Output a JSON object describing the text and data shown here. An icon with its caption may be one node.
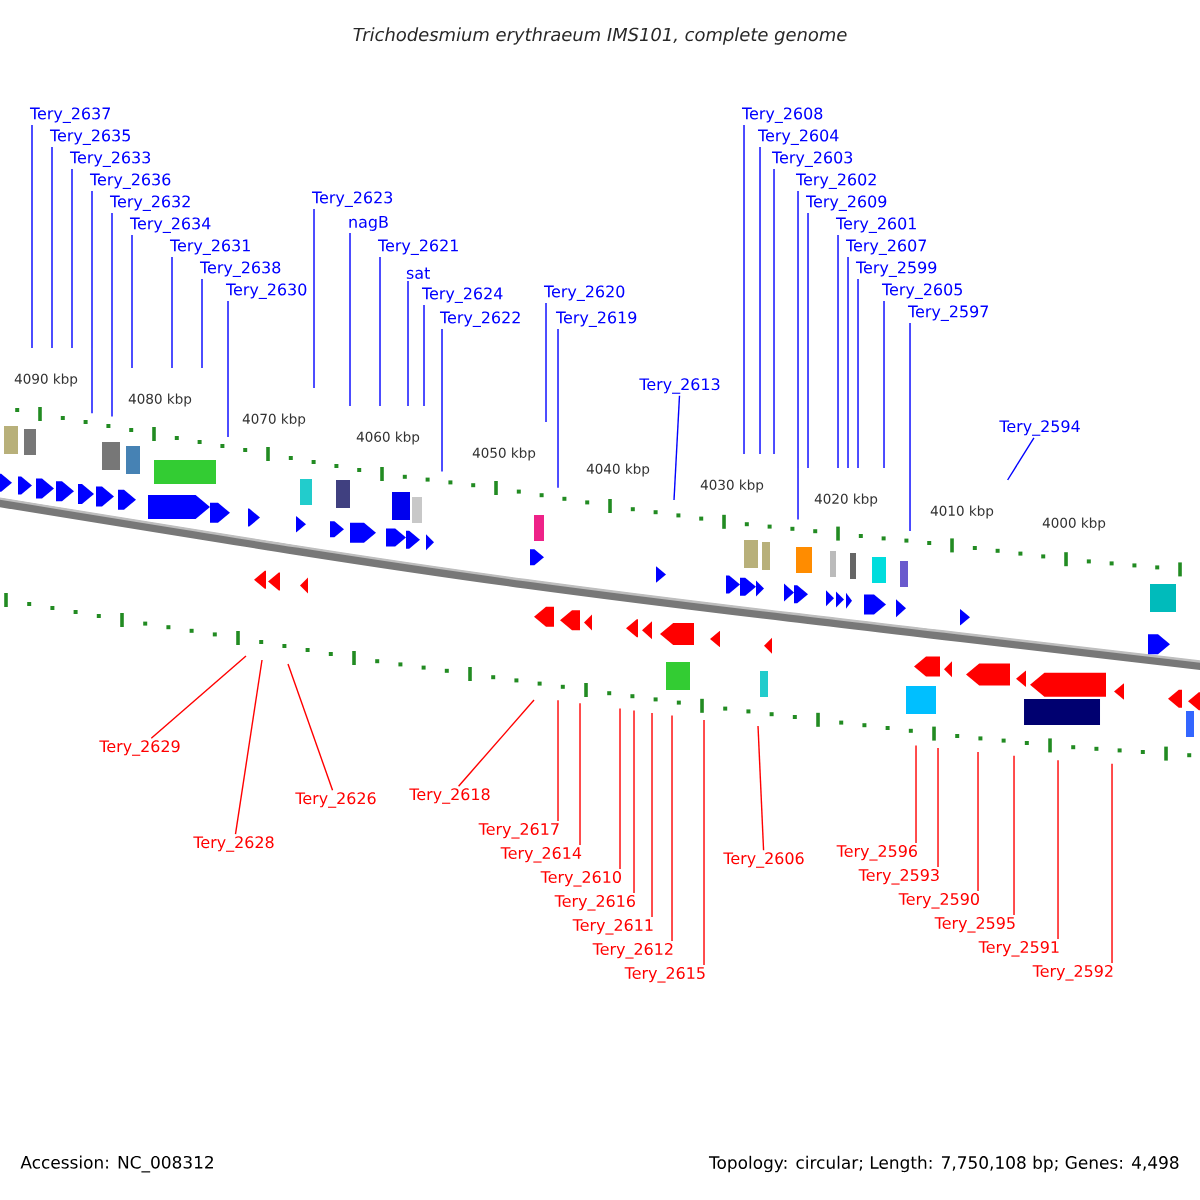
{
  "diagram": {
    "title": "Trichodesmium erythraeum IMS101, complete genome",
    "nodes": [
      {
        "text": [
          "Tery_2608"
        ]
      },
      {
        "text": [
          "Tery_2637"
        ]
      },
      {
        "text": [
          "Tery_2635"
        ]
      },
      {
        "text": [
          "Tery_2604"
        ]
      },
      {
        "text": [
          "Tery_2633"
        ]
      },
      {
        "text": [
          "Tery_2623"
        ]
      },
      {
        "text": [
          "Tery_2603"
        ]
      },
      {
        "text": [
          "Tery_2636"
        ]
      },
      {
        "text": [
          "Tery_2632"
        ]
      },
      {
        "text": [
          "nagB"
        ]
      },
      {
        "text": [
          "Tery_2634"
        ]
      },
      {
        "text": [
          "Tery_2631"
        ]
      },
      {
        "text": [
          "Tery_2602"
        ]
      },
      {
        "text": [
          "Tery_2621"
        ]
      },
      {
        "text": [
          "sat"
        ]
      },
      {
        "text": [
          "Tery_2609"
        ]
      },
      {
        "text": [
          "Tery_2638"
        ]
      },
      {
        "text": [
          "Tery_2630"
        ]
      },
      {
        "text": [
          "Tery_2624"
        ]
      },
      {
        "text": [
          "Tery_2601"
        ]
      },
      {
        "text": [
          "Tery_2620"
        ]
      },
      {
        "text": [
          "Tery_2622"
        ]
      },
      {
        "text": [
          "Tery_2607"
        ]
      },
      {
        "text": [
          "Tery_2619"
        ]
      },
      {
        "text": [
          "Tery_2599"
        ]
      },
      {
        "text": [
          "Tery_2605"
        ]
      },
      {
        "text": [
          "Tery_2597"
        ]
      },
      {
        "text": [
          "Tery_2613"
        ]
      },
      {
        "text": [
          "Tery_2594"
        ]
      },
      {
        "text": [
          "Tery_2629"
        ]
      },
      {
        "text": [
          "Tery_2618"
        ]
      },
      {
        "text": [
          "Tery_2626"
        ]
      },
      {
        "text": [
          "Tery_2617"
        ]
      },
      {
        "text": [
          "Tery_2628"
        ]
      },
      {
        "text": [
          "Tery_2596"
        ]
      },
      {
        "text": [
          "Tery_2614"
        ]
      },
      {
        "text": [
          "Tery_2606"
        ]
      },
      {
        "text": [
          "Tery_2610"
        ]
      },
      {
        "text": [
          "Tery_2616"
        ]
      },
      {
        "text": [
          "Tery_2593"
        ]
      },
      {
        "text": [
          "Tery_2590"
        ]
      },
      {
        "text": [
          "Tery_2611"
        ]
      },
      {
        "text": [
          "Tery_2595"
        ]
      },
      {
        "text": [
          "Tery_2591"
        ]
      },
      {
        "text": [
          "Tery_2612"
        ]
      },
      {
        "text": [
          "Tery_2592"
        ]
      },
      {
        "text": [
          "Tery_2615"
        ]
      }
    ],
    "edges": [
      {
        "from": 0,
        "to": null,
        "arrow": "none"
      },
      {
        "from": 1,
        "to": null,
        "arrow": "none"
      },
      {
        "from": 2,
        "to": null,
        "arrow": "none"
      },
      {
        "from": 3,
        "to": null,
        "arrow": "none"
      },
      {
        "from": 4,
        "to": null,
        "arrow": "none"
      },
      {
        "from": 5,
        "to": null,
        "arrow": "none"
      },
      {
        "from": 6,
        "to": null,
        "arrow": "none"
      },
      {
        "from": 7,
        "to": null,
        "arrow": "none"
      },
      {
        "from": 8,
        "to": null,
        "arrow": "none"
      },
      {
        "from": 9,
        "to": null,
        "arrow": "none"
      },
      {
        "from": 10,
        "to": null,
        "arrow": "none"
      },
      {
        "from": 11,
        "to": null,
        "arrow": "none"
      },
      {
        "from": 12,
        "to": null,
        "arrow": "none"
      },
      {
        "from": 13,
        "to": null,
        "arrow": "none"
      },
      {
        "from": 14,
        "to": null,
        "arrow": "none"
      },
      {
        "from": 15,
        "to": null,
        "arrow": "none"
      },
      {
        "from": 16,
        "to": null,
        "arrow": "none"
      },
      {
        "from": 17,
        "to": null,
        "arrow": "none"
      },
      {
        "from": 18,
        "to": null,
        "arrow": "none"
      },
      {
        "from": 19,
        "to": null,
        "arrow": "none"
      },
      {
        "from": 20,
        "to": null,
        "arrow": "none"
      },
      {
        "from": 21,
        "to": null,
        "arrow": "none"
      },
      {
        "from": 22,
        "to": null,
        "arrow": "none"
      },
      {
        "from": 23,
        "to": null,
        "arrow": "none"
      },
      {
        "from": 24,
        "to": null,
        "arrow": "none"
      },
      {
        "from": 25,
        "to": null,
        "arrow": "none"
      },
      {
        "from": 26,
        "to": null,
        "arrow": "none"
      },
      {
        "from": 27,
        "to": null,
        "arrow": "none"
      },
      {
        "from": 28,
        "to": null,
        "arrow": "none"
      },
      {
        "from": 29,
        "to": null,
        "arrow": "none",
        "color": "#ff0000"
      },
      {
        "from": 30,
        "to": null,
        "arrow": "none",
        "color": "#ff0000"
      },
      {
        "from": 31,
        "to": null,
        "arrow": "none",
        "color": "#ff0000"
      },
      {
        "from": 32,
        "to": null,
        "arrow": "none",
        "color": "#ff0000"
      },
      {
        "from": 33,
        "to": null,
        "arrow": "none",
        "color": "#ff0000"
      },
      {
        "from": 34,
        "to": null,
        "arrow": "none",
        "color": "#ff0000"
      },
      {
        "from": 35,
        "to": null,
        "arrow": "none",
        "color": "#ff0000"
      },
      {
        "from": 36,
        "to": null,
        "arrow": "none",
        "color": "#ff0000"
      },
      {
        "from": 37,
        "to": null,
        "arrow": "none",
        "color": "#ff0000"
      },
      {
        "from": 38,
        "to": null,
        "arrow": "none",
        "color": "#ff0000"
      },
      {
        "from": 39,
        "to": null,
        "arrow": "none",
        "color": "#ff0000"
      },
      {
        "from": 40,
        "to": null,
        "arrow": "none",
        "color": "#ff0000"
      },
      {
        "from": 41,
        "to": null,
        "arrow": "none",
        "color": "#ff0000"
      },
      {
        "from": 42,
        "to": null,
        "arrow": "none",
        "color": "#ff0000"
      },
      {
        "from": 43,
        "to": null,
        "arrow": "none",
        "color": "#ff0000"
      },
      {
        "from": 44,
        "to": null,
        "arrow": "none",
        "color": "#ff0000"
      },
      {
        "from": 45,
        "to": null,
        "arrow": "none",
        "color": "#ff0000"
      },
      {
        "from": 46,
        "to": null,
        "arrow": "none",
        "color": "#ff0000"
      }
    ],
    "labels": [
      "4090 kbp",
      "4080 kbp",
      "4070 kbp",
      "4060 kbp",
      "4050 kbp",
      "4040 kbp",
      "4030 kbp",
      "4020 kbp",
      "4010 kbp",
      "4000 kbp",
      "Accession: NC_008312",
      "Topology: circular; Length: 7,750,108 bp; Genes: 4,498"
    ]
  }
}
